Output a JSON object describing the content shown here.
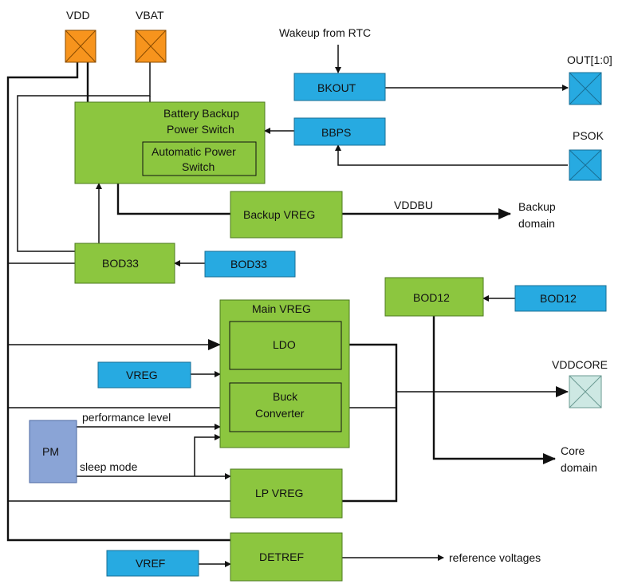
{
  "colors": {
    "green_block": "#8cc63f",
    "green_border": "#4d7a1f",
    "blue_block": "#27aae1",
    "blue_border": "#1a6f95",
    "pad_orange": "#f7941d",
    "pad_blue": "#27aae1",
    "pad_light": "#cde8e3",
    "pm_block": "#8aa4d6",
    "line": "#111111"
  },
  "pads": {
    "vdd": "VDD",
    "vbat": "VBAT",
    "out": "OUT[1:0]",
    "psok": "PSOK",
    "vddcore": "VDDCORE"
  },
  "blocks": {
    "battery_backup": [
      "Battery Backup",
      "Power Switch"
    ],
    "automatic_power_switch": [
      "Automatic Power",
      "Switch"
    ],
    "backup_vreg": "Backup VREG",
    "bod33": "BOD33",
    "main_vreg": "Main VREG",
    "ldo": "LDO",
    "buck_converter": [
      "Buck",
      "Converter"
    ],
    "lp_vreg": "LP VREG",
    "detref": "DETREF",
    "bod12": "BOD12",
    "pm": "PM"
  },
  "registers": {
    "bkout": "BKOUT",
    "bbps": "BBPS",
    "bod33": "BOD33",
    "bod12": "BOD12",
    "vreg": "VREG",
    "vref": "VREF"
  },
  "signals": {
    "wakeup": "Wakeup from RTC",
    "vddbu": "VDDBU",
    "backup_domain": [
      "Backup",
      "domain"
    ],
    "core_domain": [
      "Core",
      "domain"
    ],
    "performance_level": "performance level",
    "sleep_mode": "sleep mode",
    "reference_voltages": "reference voltages"
  }
}
